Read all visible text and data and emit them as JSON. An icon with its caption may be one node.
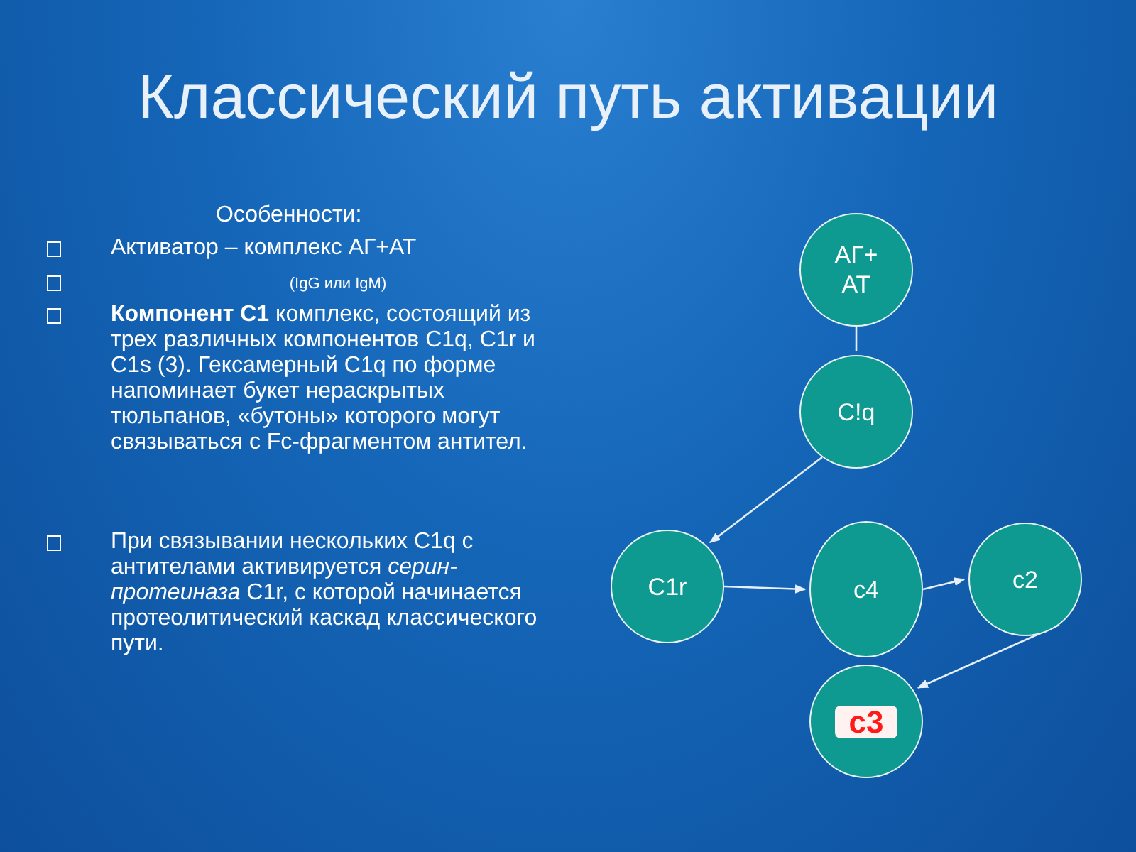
{
  "diagram": {
    "title": "Классический путь активации",
    "nodes": [
      {
        "text": [
          "АГ+ АТ"
        ]
      },
      {
        "text": [
          "C!q"
        ]
      },
      {
        "text": [
          "C1r"
        ]
      },
      {
        "text": [
          "c4"
        ]
      },
      {
        "text": [
          "c2"
        ]
      },
      {
        "text": [
          "c3"
        ]
      }
    ],
    "edges": [
      {
        "from": 0,
        "to": 1,
        "arrow": "none"
      },
      {
        "from": 1,
        "to": 2,
        "arrow": "to"
      },
      {
        "from": 2,
        "to": 3,
        "arrow": "to"
      },
      {
        "from": 3,
        "to": 4,
        "arrow": "to"
      },
      {
        "from": 4,
        "to": 5,
        "arrow": "to"
      }
    ],
    "labels": [
      "Особенности:",
      "Активатор – комплекс АГ+АТ",
      "(IgG или IgM)",
      "**Компонент С1**  комплекс, состоящий из трех различных компонентов С1q, С1r и С1s (3). Гексамерный С1q по форме напоминает букет нераскрытых тюльпанов, «бутоны» которого могут связываться с Fc-фрагментом антител.",
      "При связывании нескольких С1q с антителами активируется *серин-протеиназа* С1r, с которой начинается протеолитический каскад классического пути."
    ]
  }
}
